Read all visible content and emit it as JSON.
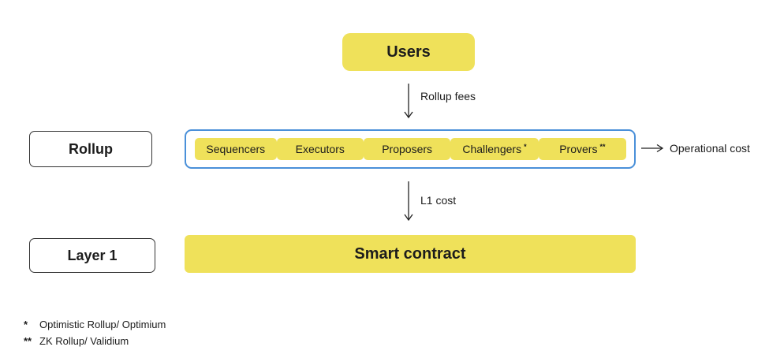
{
  "users": {
    "label": "Users"
  },
  "flow": {
    "rollup_fees_label": "Rollup fees",
    "l1_cost_label": "L1 cost",
    "operational_cost_label": "Operational cost"
  },
  "rows": {
    "rollup_label": "Rollup",
    "layer1_label": "Layer 1"
  },
  "roles": [
    {
      "label": "Sequencers",
      "mark": ""
    },
    {
      "label": "Executors",
      "mark": ""
    },
    {
      "label": "Proposers",
      "mark": ""
    },
    {
      "label": "Challengers",
      "mark": "*"
    },
    {
      "label": "Provers",
      "mark": "**"
    }
  ],
  "smart_contract": {
    "label": "Smart contract"
  },
  "footnotes": [
    {
      "mark": "*",
      "text": "Optimistic Rollup/ Optimium"
    },
    {
      "mark": "**",
      "text": "ZK Rollup/ Validium"
    }
  ],
  "colors": {
    "accent_yellow": "#efe15a",
    "frame_blue": "#4a90d9"
  }
}
